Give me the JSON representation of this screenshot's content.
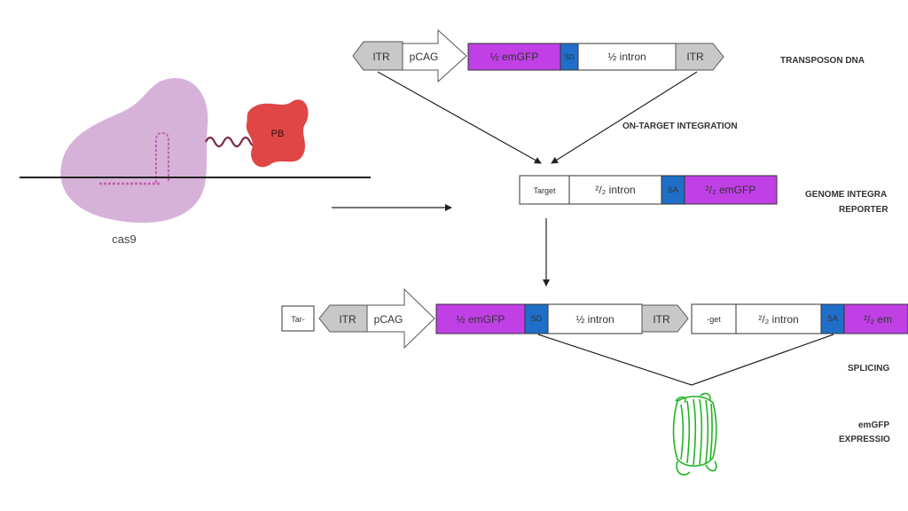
{
  "colors": {
    "magenta": "#c040e6",
    "blue": "#1f6fc8",
    "gray": "#c8c8c8",
    "cas9": "#d6b2d9",
    "pb": "#e04646",
    "gfp": "#22b422",
    "line": "#222222"
  },
  "protein": {
    "cas9_label": "cas9",
    "pb_label": "PB"
  },
  "transposon": {
    "itr_left": "ITR",
    "pcag": "pCAG",
    "emgfp_half": "½ emGFP",
    "sd": "SD",
    "intron_half": "½ intron",
    "itr_right": "ITR",
    "label": "TRANSPOSON DNA"
  },
  "integration_label": "ON-TARGET INTEGRATION",
  "genome": {
    "target": "Target",
    "intron": "²/₂ intron",
    "sa": "SA",
    "emgfp": "²/₂ emGFP",
    "label_line1": "GENOME INTEGRA",
    "label_line2": "REPORTER"
  },
  "product": {
    "tar": "Tar-",
    "itr_left": "ITR",
    "pcag": "pCAG",
    "emgfp_half": "½ emGFP",
    "sd": "SD",
    "intron_half": "½ intron",
    "itr_right": "ITR",
    "get": "-get",
    "intron2": "²/₂ intron",
    "sa": "SA",
    "emgfp2": "²/₂ em"
  },
  "splicing_label": "SPLICING",
  "expression": {
    "line1": "emGFP",
    "line2": "EXPRESSIO"
  }
}
